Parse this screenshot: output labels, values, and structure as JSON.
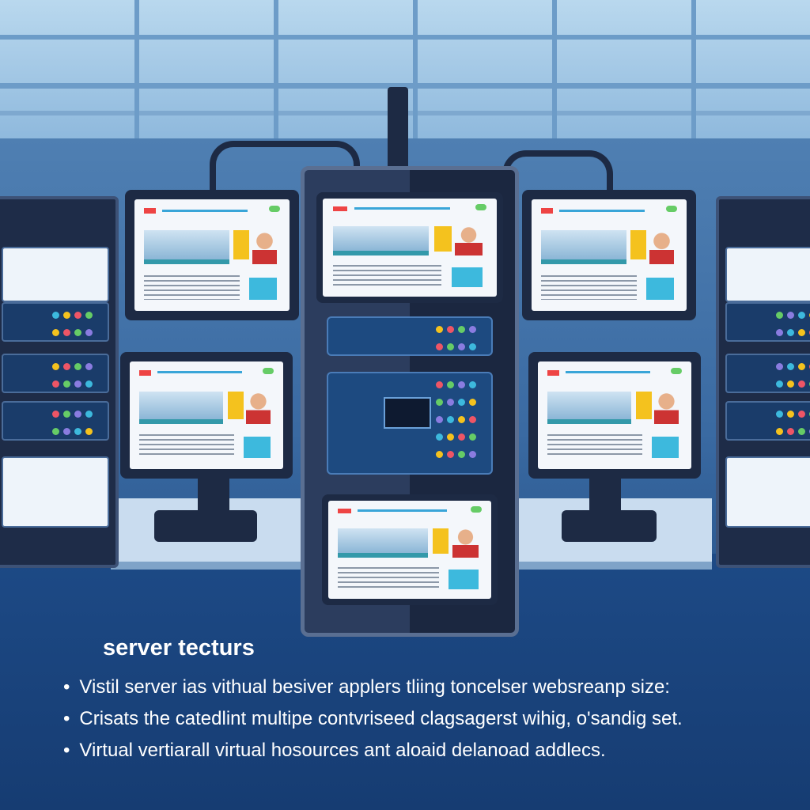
{
  "title": "server tecturs",
  "bullets": [
    "Vistil server ias vithual besiver applers tliing toncelser websreanp size:",
    "Crisats the catedlint multipe contvriseed clagsagerst wihig, o'sandig set.",
    "Virtual vertiarall virtual hosources ant aloaid delanoad addlecs."
  ],
  "colors": {
    "ceiling": "#b9d8ee",
    "wall": "#3a6aa2",
    "floor": "#163c72",
    "tower": "#1b2740",
    "accent": "#39a5d8"
  }
}
